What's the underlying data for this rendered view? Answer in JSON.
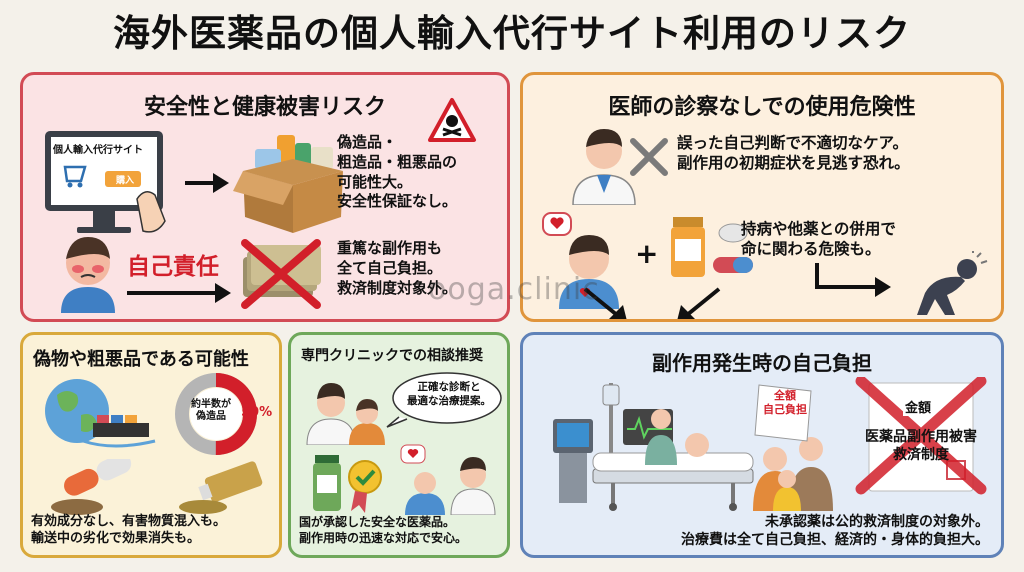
{
  "title": "海外医薬品の個人輸入代行サイト利用のリスク",
  "watermark": "ooga.clinic",
  "panel_safety": {
    "heading": "安全性と健康被害リスク",
    "site_label": "個人輸入代行サイト",
    "buy_button": "購入",
    "fake_text": "偽造品・\n粗造品・粗悪品の\n可能性大。\n安全性保証なし。",
    "self_responsibility": "自己責任",
    "side_effect_text": "重篤な副作用も\n全て自己負担。\n救済制度対象外。"
  },
  "panel_doctor": {
    "heading": "医師の診察なしでの使用危険性",
    "misjudge_text": "誤った自己判断で不適切なケア。\n副作用の初期症状を見逃す恐れ。",
    "interaction_text": "持病や他薬との併用で\n命に関わる危険も。"
  },
  "panel_counterfeit": {
    "heading": "偽物や粗悪品である可能性",
    "donut_label": "約半数が\n偽造品",
    "donut_percent": "50%",
    "donut_value": 0.5,
    "bottom_text": "有効成分なし、有害物質混入も。\n輸送中の劣化で効果消失も。"
  },
  "panel_clinic": {
    "heading": "専門クリニックでの相談推奨",
    "bubble_text": "正確な診断と\n最適な治療提案。",
    "bottom_text": "国が承認した安全な医薬品。\n副作用時の迅速な対応で安心。"
  },
  "panel_burden": {
    "heading": "副作用発生時の自己負担",
    "bill_text": "全額\n自己負担",
    "doc_top": "金額",
    "doc_text": "医薬品副作用被害\n救済制度",
    "bottom_text": "未承認薬は公的救済制度の対象外。\n治療費は全て自己負担、経済的・身体的負担大。"
  },
  "colors": {
    "red": "#d24b55",
    "orange": "#e0953c",
    "yellow": "#d9a93b",
    "green": "#6ea85a",
    "blue": "#5f82b8"
  }
}
